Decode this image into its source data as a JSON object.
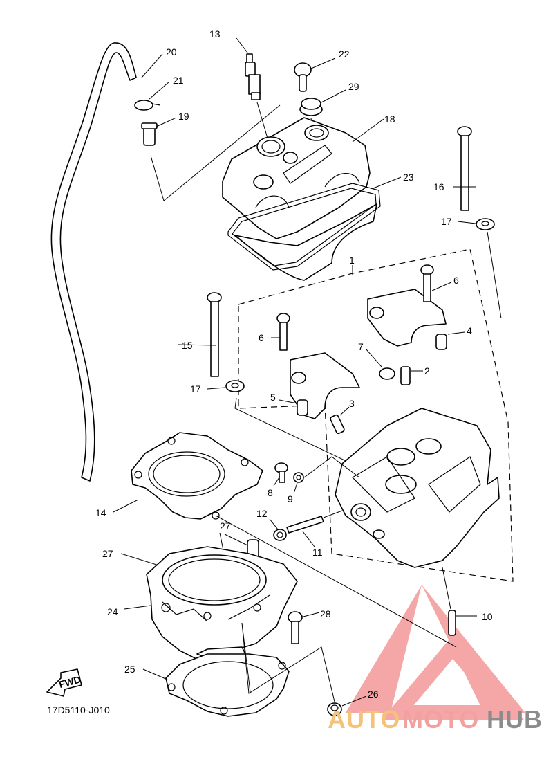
{
  "diagram": {
    "drawing_code": "17D5110-J010",
    "fwd_label": "FWD",
    "callouts": {
      "c1": "1",
      "c2": "2",
      "c3": "3",
      "c4": "4",
      "c5": "5",
      "c6a": "6",
      "c6b": "6",
      "c7": "7",
      "c8": "8",
      "c9": "9",
      "c10": "10",
      "c11": "11",
      "c12": "12",
      "c13": "13",
      "c14": "14",
      "c15": "15",
      "c16": "16",
      "c17a": "17",
      "c17b": "17",
      "c18": "18",
      "c19": "19",
      "c20": "20",
      "c21": "21",
      "c22": "22",
      "c23": "23",
      "c24": "24",
      "c25": "25",
      "c26": "26",
      "c27a": "27",
      "c27b": "27",
      "c28": "28",
      "c29": "29"
    }
  },
  "watermark": {
    "text_a": "AUTO",
    "text_b": "MOTO",
    "text_c": "HUB",
    "colors": {
      "auto": "#f5c27a",
      "moto": "#f2a0a0",
      "hub": "#8c8c8c",
      "logo": "#f28a8a"
    }
  }
}
